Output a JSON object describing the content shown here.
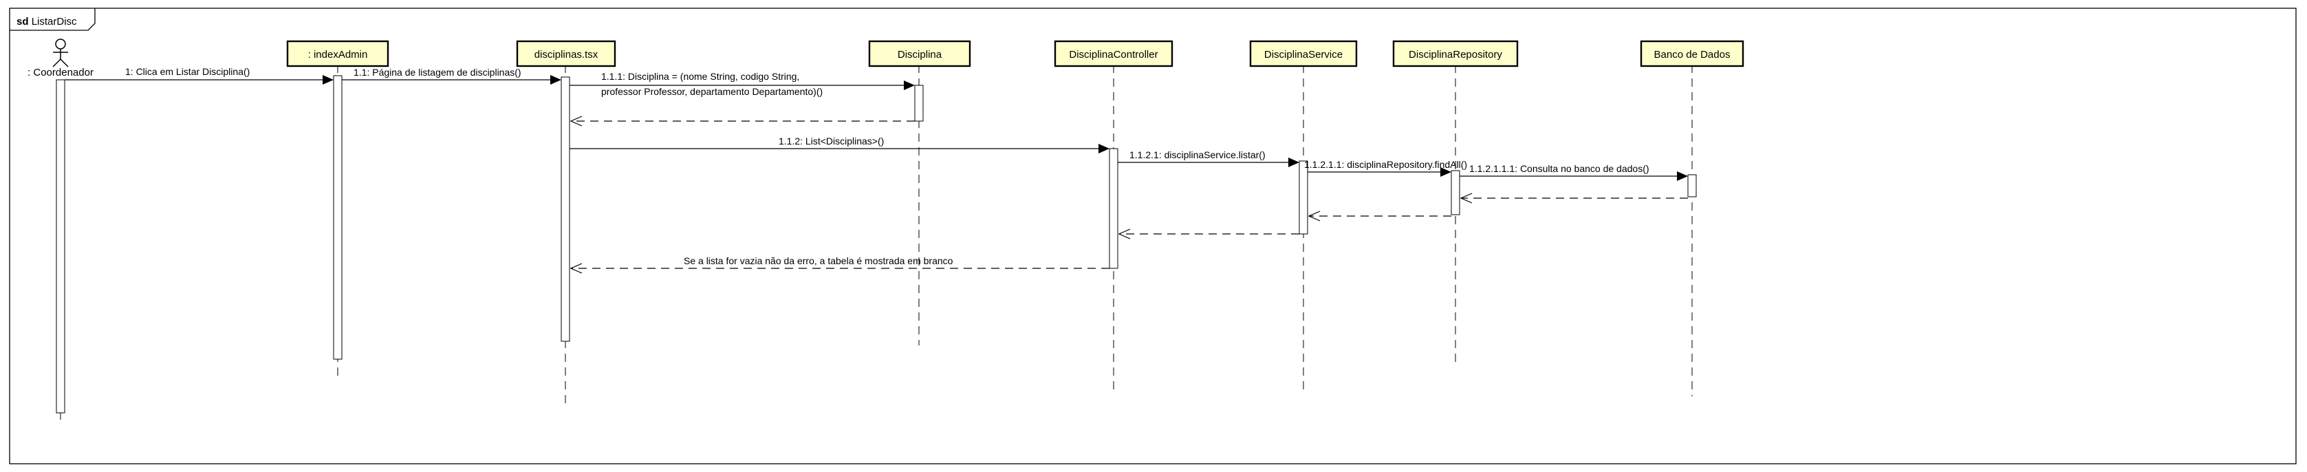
{
  "diagram": {
    "frame_keyword": "sd",
    "frame_name": "ListarDisc",
    "actor": {
      "label": ": Coordenador"
    },
    "lifelines": [
      {
        "id": "indexAdmin",
        "label": ": indexAdmin"
      },
      {
        "id": "disciplinas",
        "label": "disciplinas.tsx"
      },
      {
        "id": "disciplina",
        "label": "Disciplina"
      },
      {
        "id": "controller",
        "label": "DisciplinaController"
      },
      {
        "id": "service",
        "label": "DisciplinaService"
      },
      {
        "id": "repository",
        "label": "DisciplinaRepository"
      },
      {
        "id": "banco",
        "label": "Banco de Dados"
      }
    ],
    "messages": [
      {
        "id": "m1",
        "kind": "sync",
        "from": "actor",
        "to": "indexAdmin",
        "lines": [
          "1: Clica em Listar Disciplina()"
        ]
      },
      {
        "id": "m2",
        "kind": "sync",
        "from": "indexAdmin",
        "to": "disciplinas",
        "lines": [
          "1.1: Página de listagem de disciplinas()"
        ]
      },
      {
        "id": "m3",
        "kind": "sync",
        "from": "disciplinas",
        "to": "disciplina",
        "lines": [
          "1.1.1: Disciplina = (nome String, codigo String,",
          "professor Professor, departamento Departamento)()"
        ]
      },
      {
        "id": "r1",
        "kind": "return",
        "from": "disciplina",
        "to": "disciplinas",
        "lines": []
      },
      {
        "id": "m4",
        "kind": "sync",
        "from": "disciplinas",
        "to": "controller",
        "lines": [
          "1.1.2: List<Disciplinas>()"
        ]
      },
      {
        "id": "m5",
        "kind": "sync",
        "from": "controller",
        "to": "service",
        "lines": [
          "1.1.2.1: disciplinaService.listar()"
        ]
      },
      {
        "id": "m6",
        "kind": "sync",
        "from": "service",
        "to": "repository",
        "lines": [
          "1.1.2.1.1: disciplinaRepository.findAll()"
        ]
      },
      {
        "id": "m7",
        "kind": "sync",
        "from": "repository",
        "to": "banco",
        "lines": [
          "1.1.2.1.1.1: Consulta no banco de dados()"
        ]
      },
      {
        "id": "r2",
        "kind": "return",
        "from": "banco",
        "to": "repository",
        "lines": []
      },
      {
        "id": "r3",
        "kind": "return",
        "from": "repository",
        "to": "service",
        "lines": []
      },
      {
        "id": "r4",
        "kind": "return",
        "from": "service",
        "to": "controller",
        "lines": []
      },
      {
        "id": "r5",
        "kind": "return",
        "from": "controller",
        "to": "disciplinas",
        "lines": [
          "Se a lista for vazia não da erro, a tabela é mostrada em branco"
        ]
      }
    ]
  }
}
